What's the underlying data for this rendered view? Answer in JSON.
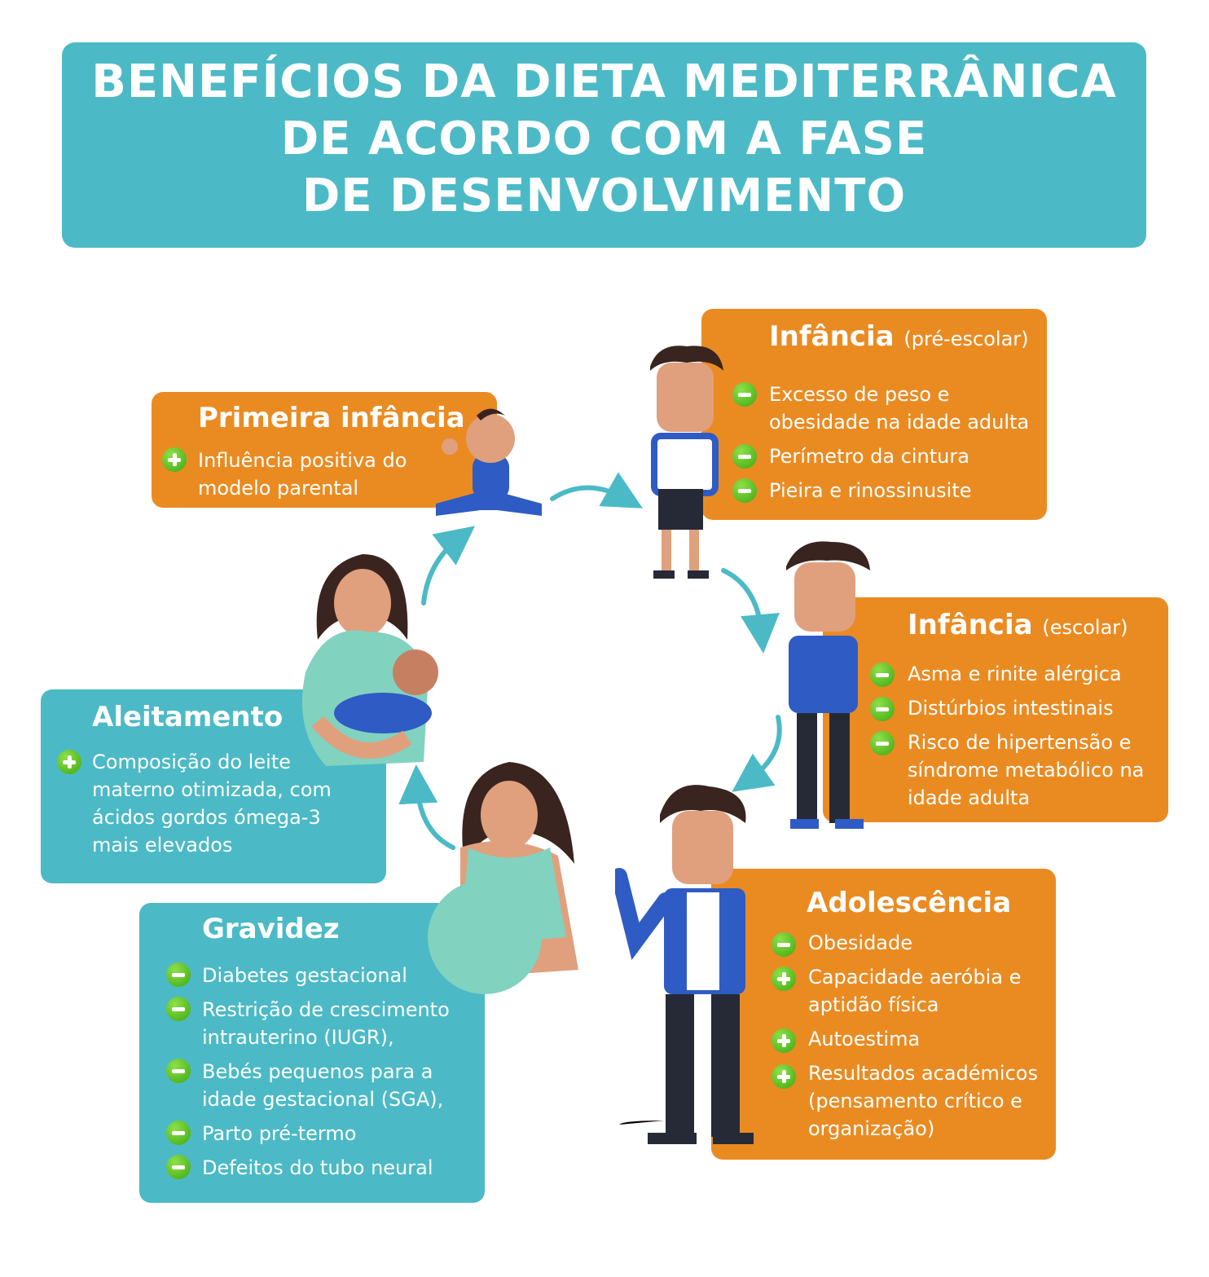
{
  "header": {
    "title_lines": [
      "BENEFÍCIOS DA DIETA MEDITERRÂNICA",
      "DE ACORDO COM A FASE",
      "DE DESENVOLVIMENTO"
    ]
  },
  "colors": {
    "teal": "#4bbac6",
    "orange": "#ea8b22",
    "icon_green": "#4bb517"
  },
  "stages": {
    "primeira": {
      "title": "Primeira infância",
      "items": [
        {
          "icon": "plus-icon",
          "lines": [
            "Influência positiva do",
            "modelo parental"
          ]
        }
      ]
    },
    "preescolar": {
      "title": "Infância",
      "subtitle": "(pré-escolar)",
      "items": [
        {
          "icon": "minus-icon",
          "lines": [
            "Excesso de peso e",
            "obesidade na idade adulta"
          ]
        },
        {
          "icon": "minus-icon",
          "lines": [
            "Perímetro da cintura"
          ]
        },
        {
          "icon": "minus-icon",
          "lines": [
            "Pieira e rinossinusite"
          ]
        }
      ]
    },
    "escolar": {
      "title": "Infância",
      "subtitle": "(escolar)",
      "items": [
        {
          "icon": "minus-icon",
          "lines": [
            "Asma e rinite alérgica"
          ]
        },
        {
          "icon": "minus-icon",
          "lines": [
            "Distúrbios intestinais"
          ]
        },
        {
          "icon": "minus-icon",
          "lines": [
            "Risco de hipertensão e",
            "síndrome metabólico na",
            "idade adulta"
          ]
        }
      ]
    },
    "adolescencia": {
      "title": "Adolescência",
      "items": [
        {
          "icon": "minus-icon",
          "lines": [
            "Obesidade"
          ]
        },
        {
          "icon": "plus-icon",
          "lines": [
            "Capacidade aeróbia e",
            "aptidão física"
          ]
        },
        {
          "icon": "plus-icon",
          "lines": [
            "Autoestima"
          ]
        },
        {
          "icon": "plus-icon",
          "lines": [
            "Resultados académicos",
            "(pensamento crítico e",
            "organização)"
          ]
        }
      ]
    },
    "aleitamento": {
      "title": "Aleitamento",
      "items": [
        {
          "icon": "plus-icon",
          "lines": [
            "Composição do leite",
            "materno otimizada, com",
            "ácidos gordos ómega-3",
            "mais elevados"
          ]
        }
      ]
    },
    "gravidez": {
      "title": "Gravidez",
      "items": [
        {
          "icon": "minus-icon",
          "lines": [
            "Diabetes gestacional"
          ]
        },
        {
          "icon": "minus-icon",
          "lines": [
            "Restrição de crescimento",
            "intrauterino (IUGR),"
          ]
        },
        {
          "icon": "minus-icon",
          "lines": [
            "Bebés pequenos para a",
            "idade gestacional (SGA),"
          ]
        },
        {
          "icon": "minus-icon",
          "lines": [
            "Parto pré-termo"
          ]
        },
        {
          "icon": "minus-icon",
          "lines": [
            "Defeitos do tubo neural"
          ]
        }
      ]
    }
  }
}
